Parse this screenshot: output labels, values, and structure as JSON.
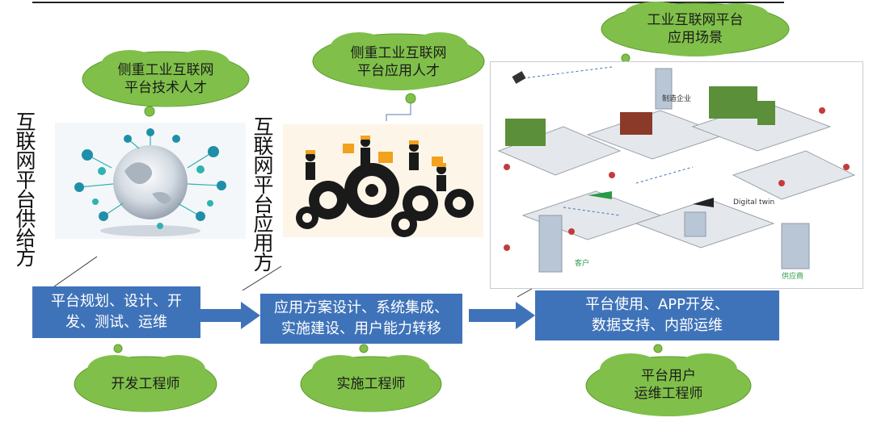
{
  "clouds": {
    "tech_talent": [
      "侧重工业互联网",
      "平台技术人才"
    ],
    "app_talent": [
      "侧重工业互联网",
      "平台应用人才"
    ],
    "scenario": [
      "工业互联网平台",
      "应用场景"
    ],
    "dev_engineer": [
      "开发工程师"
    ],
    "impl_engineer": [
      "实施工程师"
    ],
    "ops_engineer": [
      "平台用户",
      "运维工程师"
    ]
  },
  "vertical_labels": {
    "provider": "互联网平台供给方",
    "user": "互联网平台应用方"
  },
  "boxes": {
    "plan": [
      "平台规划、设计、开",
      "发、测试、运维"
    ],
    "solution": [
      "应用方案设计、系统集成、",
      "实施建设、用户能力转移"
    ],
    "usage": [
      "平台使用、APP开发、",
      "数据支持、内部运维"
    ]
  },
  "scenario_labels": {
    "factory": "制造企业",
    "twin": "Digital twin",
    "customer": "客户",
    "supplier": "供应商"
  },
  "colors": {
    "cloud_green": "#80c04a",
    "box_blue": "#3f73b9",
    "arrow_blue": "#3f73b9"
  }
}
